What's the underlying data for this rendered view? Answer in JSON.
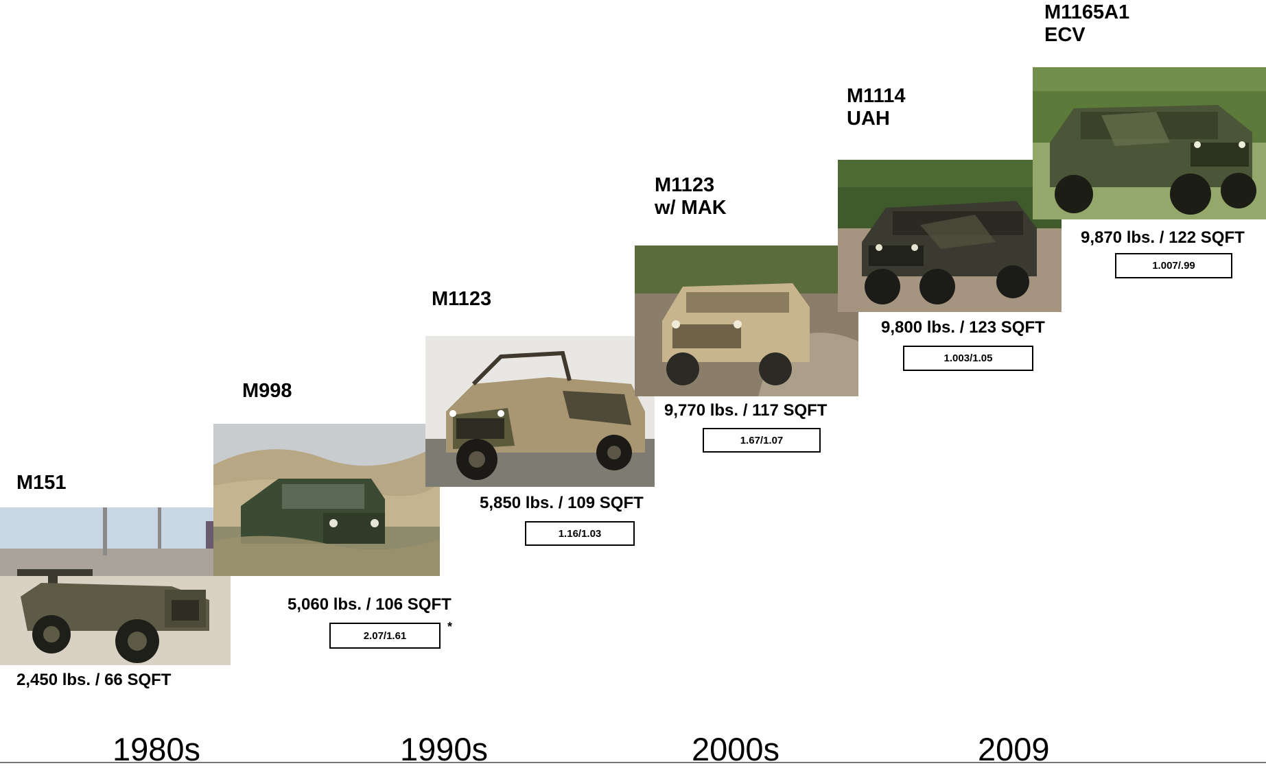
{
  "vehicles": [
    {
      "name_line1": "M151",
      "name_line2": "",
      "spec": "2,450 lbs. / 66 SQFT",
      "ratio": ""
    },
    {
      "name_line1": "M998",
      "name_line2": "",
      "spec": "5,060 lbs. / 106 SQFT",
      "ratio": "2.07/1.61",
      "note": "*"
    },
    {
      "name_line1": "M1123",
      "name_line2": "",
      "spec": "5,850 lbs. / 109 SQFT",
      "ratio": "1.16/1.03"
    },
    {
      "name_line1": "M1123",
      "name_line2": "w/ MAK",
      "spec": "9,770 lbs. / 117 SQFT",
      "ratio": "1.67/1.07"
    },
    {
      "name_line1": "M1114",
      "name_line2": "UAH",
      "spec": "9,800 lbs. / 123 SQFT",
      "ratio": "1.003/1.05"
    },
    {
      "name_line1": "M1165A1",
      "name_line2": "ECV",
      "spec": "9,870 lbs. / 122 SQFT",
      "ratio": "1.007/.99"
    }
  ],
  "eras": [
    "1980s",
    "1990s",
    "2000s",
    "2009"
  ],
  "colors": {
    "text": "#000000",
    "background": "#ffffff",
    "baseline": "#777777"
  }
}
